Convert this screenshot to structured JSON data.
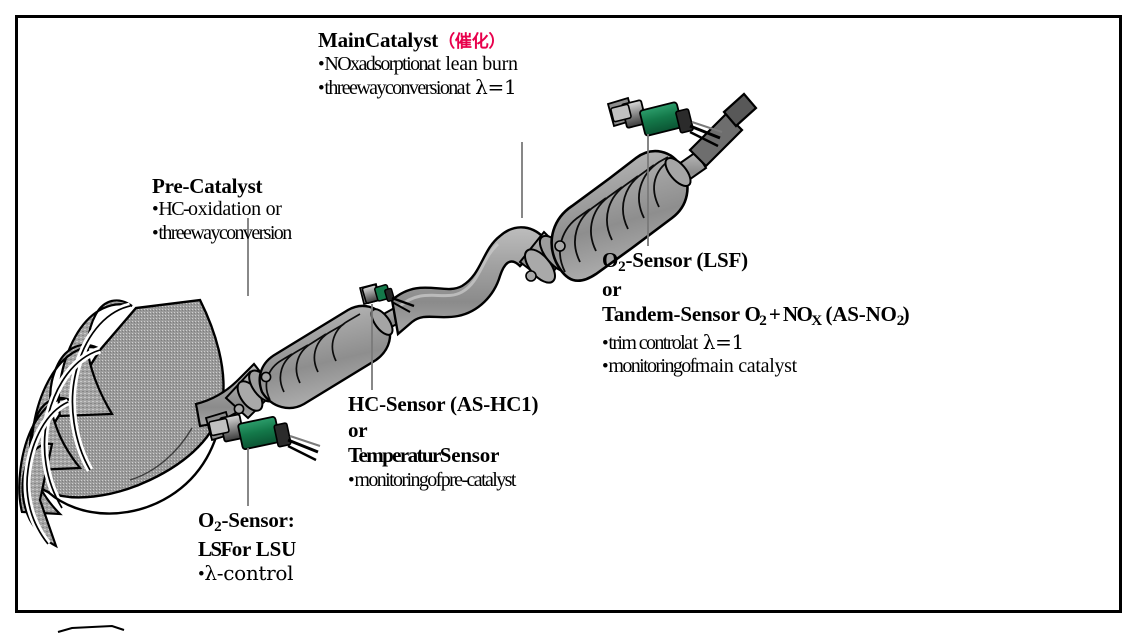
{
  "diagram": {
    "title_semantic": "automotive exhaust aftertreatment system with catalysts and sensors",
    "colors": {
      "frame": "#000000",
      "accent_cjk_red": "#e8004c",
      "sensor_green": "#147a4c",
      "metal_gray": "#8f8f8f",
      "metal_dark": "#3a3a3a",
      "pointer_line": "#7a7a7a",
      "background": "#ffffff"
    },
    "callouts": [
      {
        "id": "main-catalyst",
        "heading": "MainCatalyst",
        "heading_cjk": "（催化）",
        "bullets": [
          "NOxadsorptionat lean burn",
          "threewayconversionat λ=1"
        ]
      },
      {
        "id": "pre-catalyst",
        "heading": "Pre-Catalyst",
        "bullets": [
          "HC-oxidation or",
          "threewayconversion"
        ]
      },
      {
        "id": "o2-sensor-right",
        "heading_line1": "O2-Sensor (LSF)",
        "heading_line2": "or",
        "heading_line3": "Tandem-Sensor O2 + NOX (AS-NO2)",
        "bullets": [
          "trim controlat λ=1",
          "monitoringofmain catalyst"
        ]
      },
      {
        "id": "hc-sensor",
        "heading_line1": "HC-Sensor (AS-HC1)",
        "heading_line2": "or",
        "heading_line3": "TemperaturSensor",
        "bullets": [
          "monitoringofpre-catalyst"
        ]
      },
      {
        "id": "o2-sensor-left",
        "heading_line1": "O2-Sensor:",
        "heading_line2": "LSFor LSU",
        "bullets": [
          "λ-control"
        ]
      }
    ],
    "labels": {
      "main_catalyst_heading": "MainCatalyst",
      "main_catalyst_cjk": "（催化）",
      "main_b1_a": "NOx",
      "main_b1_b": "adsorption",
      "main_b1_c": "at lean burn",
      "main_b2_a": "threeway",
      "main_b2_b": "conversion",
      "main_b2_c": "at ",
      "main_b2_d": "λ=1",
      "pre_catalyst_heading": "Pre-Catalyst",
      "pre_b1_a": "HC-",
      "pre_b1_b": "oxidation or",
      "pre_b2": "threewayconversion",
      "o2r_l1_a": "O",
      "o2r_l1_sub": "2",
      "o2r_l1_b": "-Sensor (LSF)",
      "o2r_l2": "or",
      "o2r_l3_a": "Tandem-Sensor ",
      "o2r_l3_o": "O",
      "o2r_l3_osub": "2",
      "o2r_l3_plus": " + NO",
      "o2r_l3_xsub": "X",
      "o2r_l3_paren": " (AS-NO",
      "o2r_l3_psub": "2",
      "o2r_l3_close": ")",
      "o2r_b1_a": "trim control",
      "o2r_b1_b": "at ",
      "o2r_b1_c": "λ=1",
      "o2r_b2_a": "monitoring",
      "o2r_b2_b": "of",
      "o2r_b2_c": "main catalyst",
      "hc_l1": "HC-Sensor (AS-HC1)",
      "hc_l2": "or",
      "hc_l3_a": "Temperatur",
      "hc_l3_b": "Sensor",
      "hc_b1_a": "monitoring",
      "hc_b1_b": "of",
      "hc_b1_c": "pre-catalyst",
      "o2l_l1_a": "O",
      "o2l_l1_sub": "2",
      "o2l_l1_b": "-Sensor:",
      "o2l_l2_a": "LSF",
      "o2l_l2_b": "or LSU",
      "o2l_b1": "λ-control"
    },
    "components": [
      {
        "name": "exhaust-manifold",
        "runners": 4
      },
      {
        "name": "pre-catalyst-canister",
        "ribs": 5
      },
      {
        "name": "connecting-pipe"
      },
      {
        "name": "main-catalyst-canister",
        "ribs": 7
      },
      {
        "name": "o2-sensor-lsf-upstream"
      },
      {
        "name": "hc-temperature-sensor"
      },
      {
        "name": "o2-sensor-tandem-downstream"
      }
    ]
  }
}
